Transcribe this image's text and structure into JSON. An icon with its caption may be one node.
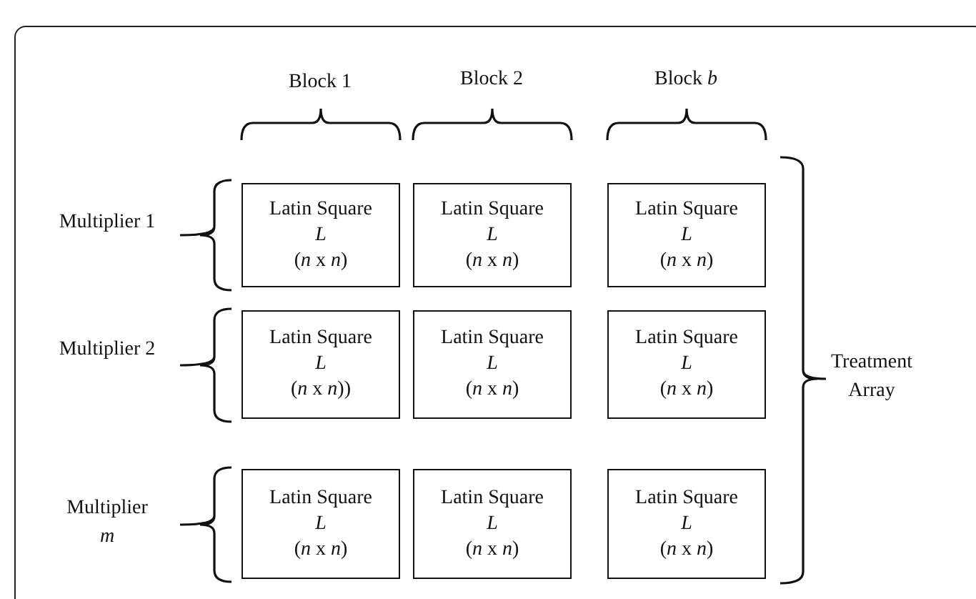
{
  "diagram": {
    "nodes": [
      {
        "text": [
          "Latin Square",
          "L",
          "(*n* x *n*)"
        ]
      },
      {
        "text": [
          "Latin Square",
          "L",
          "(*n* x *n*)"
        ]
      },
      {
        "text": [
          "Latin Square",
          "L",
          "(*n* x *n*)"
        ]
      },
      {
        "text": [
          "Latin Square",
          "L",
          "(*n* x *n*))"
        ]
      },
      {
        "text": [
          "Latin Square",
          "L",
          "(*n* x *n*)"
        ]
      },
      {
        "text": [
          "Latin Square",
          "L",
          "(*n* x *n*)"
        ]
      },
      {
        "text": [
          "Latin Square",
          "L",
          "(*n* x *n*)"
        ]
      },
      {
        "text": [
          "Latin Square",
          "L",
          "(*n* x *n*)"
        ]
      },
      {
        "text": [
          "Latin Square",
          "L",
          "(*n* x *n*)"
        ]
      }
    ],
    "labels": [
      "Block 1",
      "Block 2",
      "Block *b*",
      "Multiplier 1",
      "Multiplier 2",
      "Multiplier *m*",
      "Treatment Array"
    ]
  }
}
